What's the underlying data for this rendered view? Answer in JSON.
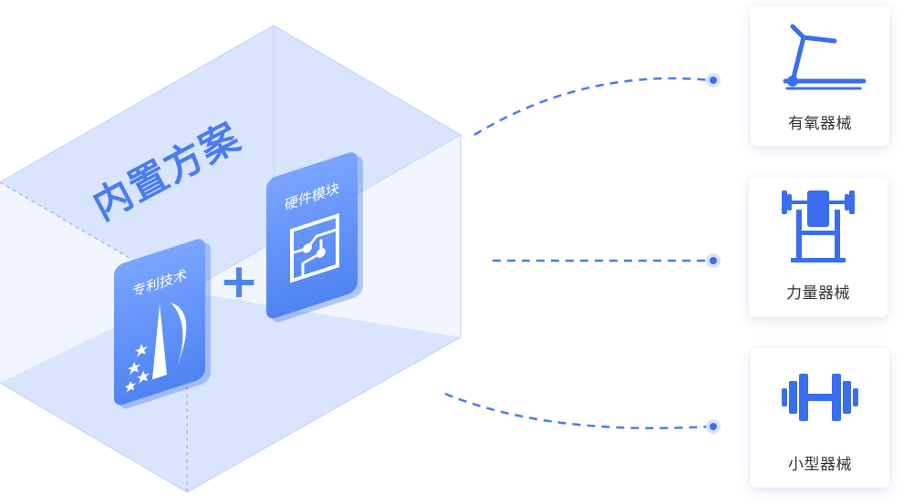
{
  "diagram": {
    "title": "内置方案",
    "modules": [
      {
        "label": "专利技术",
        "icon": "patent-emblem-icon"
      },
      {
        "label": "硬件模块",
        "icon": "circuit-chip-icon"
      }
    ],
    "plus_symbol": "+",
    "equipment": [
      {
        "label": "有氧器械",
        "icon": "treadmill-icon"
      },
      {
        "label": "力量器械",
        "icon": "weight-machine-icon"
      },
      {
        "label": "小型器械",
        "icon": "dumbbell-icon"
      }
    ],
    "colors": {
      "accent": "#3a6ef0",
      "title": "#4a7cf0",
      "box_face": "#dfe8fd",
      "module_card": "#5b8df5",
      "connector": "#4a7cf0"
    }
  }
}
